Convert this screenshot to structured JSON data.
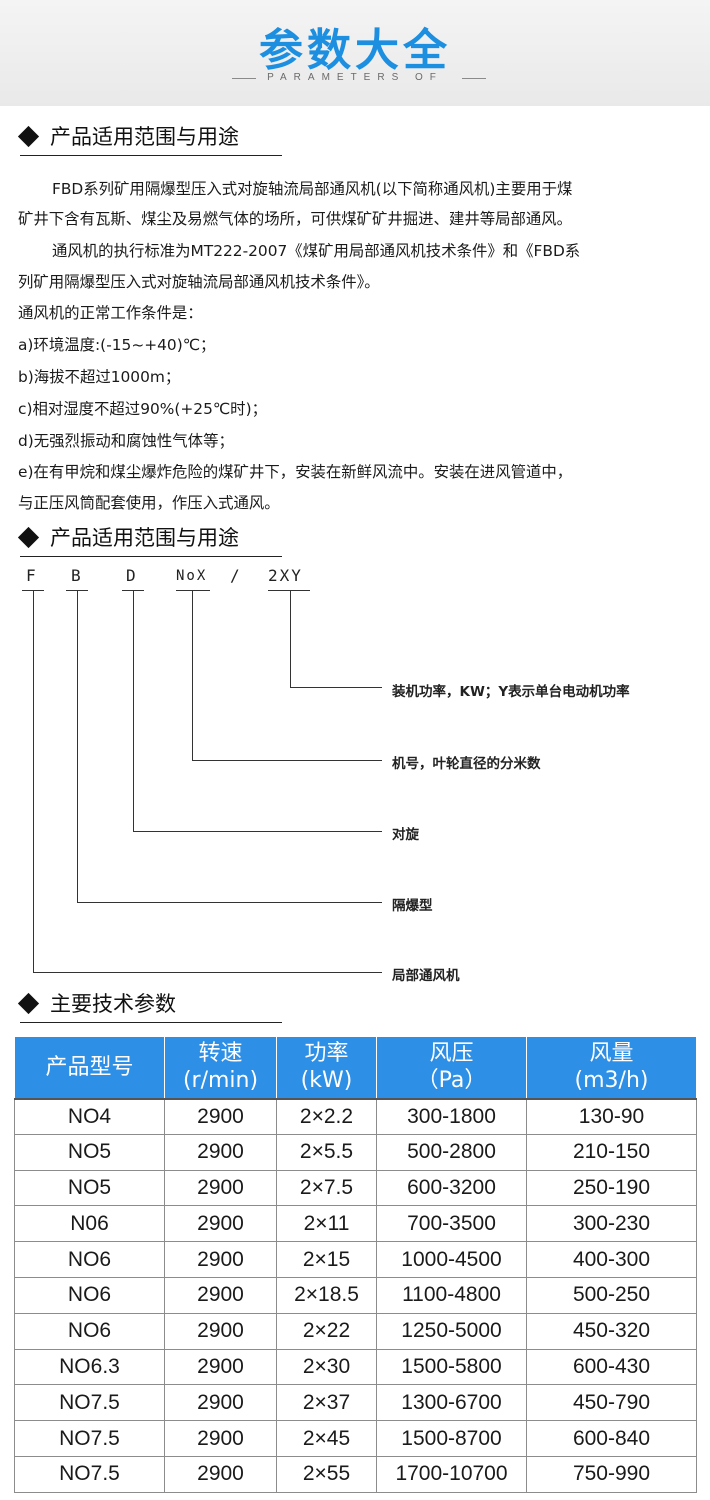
{
  "header": {
    "title": "参数大全",
    "subtitle": "PARAMETERS OF"
  },
  "sections": [
    {
      "title": "产品适用范围与用途"
    },
    {
      "title": "产品适用范围与用途"
    },
    {
      "title": "主要技术参数"
    }
  ],
  "intro": {
    "lines": [
      "FBD系列矿用隔爆型压入式对旋轴流局部通风机(以下简称通风机)主要用于煤",
      "矿井下含有瓦斯、煤尘及易燃气体的场所，可供煤矿矿井掘进、建井等局部通风。",
      "通风机的执行标准为MT222-2007《煤矿用局部通风机技术条件》和《FBD系",
      "列矿用隔爆型压入式对旋轴流局部通风机技术条件》。",
      "通风机的正常工作条件是：",
      "a)环境温度:(-15~+40)℃；",
      "b)海拔不超过1000m；",
      "c)相对湿度不超过90%(+25℃时)；",
      "d)无强烈振动和腐蚀性气体等；",
      "e)在有甲烷和煤尘爆炸危险的煤矿井下，安装在新鲜风流中。安装在进风管道中，",
      "与正压风筒配套使用，作压入式通风。"
    ]
  },
  "model_code": {
    "parts": [
      "F",
      "B",
      "D",
      "NoX",
      "/",
      "2XY"
    ],
    "labels": [
      "装机功率，KW；Y表示单台电动机功率",
      "机号，叶轮直径的分米数",
      "对旋",
      "隔爆型",
      "局部通风机"
    ]
  },
  "table": {
    "headers": [
      [
        "产品型号",
        ""
      ],
      [
        "转速",
        "(r/min)"
      ],
      [
        "功率",
        "(kW)"
      ],
      [
        "风压",
        "（Pa）"
      ],
      [
        "风量",
        "(m3/h)"
      ]
    ],
    "rows": [
      [
        "NO4",
        "2900",
        "2×2.2",
        "300-1800",
        "130-90"
      ],
      [
        "NO5",
        "2900",
        "2×5.5",
        "500-2800",
        "210-150"
      ],
      [
        "NO5",
        "2900",
        "2×7.5",
        "600-3200",
        "250-190"
      ],
      [
        "N06",
        "2900",
        "2×11",
        "700-3500",
        "300-230"
      ],
      [
        "NO6",
        "2900",
        "2×15",
        "1000-4500",
        "400-300"
      ],
      [
        "NO6",
        "2900",
        "2×18.5",
        "1100-4800",
        "500-250"
      ],
      [
        "NO6",
        "2900",
        "2×22",
        "1250-5000",
        "450-320"
      ],
      [
        "NO6.3",
        "2900",
        "2×30",
        "1500-5800",
        "600-430"
      ],
      [
        "NO7.5",
        "2900",
        "2×37",
        "1300-6700",
        "450-790"
      ],
      [
        "NO7.5",
        "2900",
        "2×45",
        "1500-8700",
        "600-840"
      ],
      [
        "NO7.5",
        "2900",
        "2×55",
        "1700-10700",
        "750-990"
      ]
    ]
  }
}
